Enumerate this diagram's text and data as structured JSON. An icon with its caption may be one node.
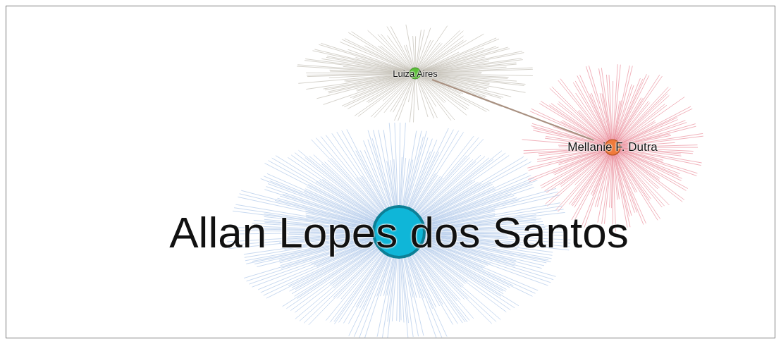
{
  "diagram": {
    "nodes": [
      {
        "text": [
          "Luiza Aires"
        ]
      },
      {
        "text": [
          "Mellanie F. Dutra"
        ]
      },
      {
        "text": [
          "Allan Lopes dos Santos"
        ]
      }
    ],
    "edges": [
      {
        "from": 0,
        "to": 1,
        "arrow": "none"
      }
    ]
  }
}
